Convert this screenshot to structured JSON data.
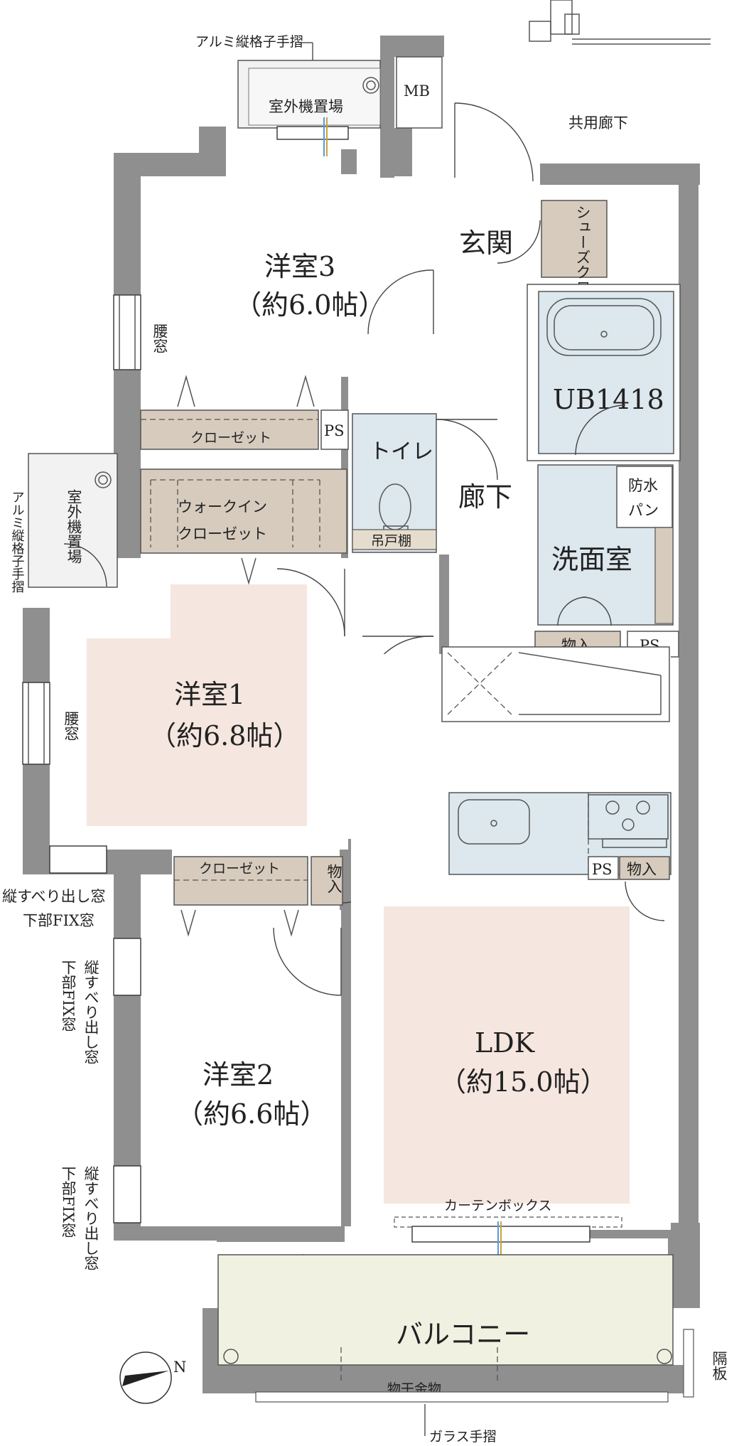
{
  "rooms": {
    "room3_name": "洋室3",
    "room3_size": "（約6.0帖）",
    "room1_name": "洋室1",
    "room1_size": "（約6.8帖）",
    "room2_name": "洋室2",
    "room2_size": "（約6.6帖）",
    "ldk_name": "LDK",
    "ldk_size": "（約15.0帖）",
    "entrance": "玄関",
    "hallway": "廊下",
    "toilet": "トイレ",
    "bath": "UB1418",
    "washroom": "洗面室",
    "balcony": "バルコニー",
    "common_corridor": "共用廊下"
  },
  "storage": {
    "closet_room3": "クローゼット",
    "walk_in_line1": "ウォークイン",
    "walk_in_line2": "クローゼット",
    "closet_room2": "クローゼット",
    "shoe_cloak": "シューズクローク",
    "hanging_shelf": "吊戸棚",
    "storage_wash": "物入",
    "storage_kitchen": "物入",
    "storage_room2": "物入",
    "waterproof_pan_1": "防水",
    "waterproof_pan_2": "パン"
  },
  "utilities": {
    "ps": "PS",
    "mb": "MB",
    "ac_unit_top": "室外機置場",
    "ac_unit_left": "室外機置場",
    "curtain_box": "カーテンボックス",
    "laundry_pole": "物干金物",
    "partition": "隔板"
  },
  "railings": {
    "alum_railing_top": "アルミ縦格子手摺",
    "alum_railing_left": "アルミ縦格子手摺",
    "glass_railing": "ガラス手摺"
  },
  "windows": {
    "waist_window": "腰窓",
    "slide_window_line1": "縦すべり出し窓",
    "slide_window_line2": "下部FIX窓",
    "slide_window_v1": "縦すべり出し窓",
    "slide_window_v2": "下部FIX窓"
  },
  "compass": {
    "north": "N"
  }
}
